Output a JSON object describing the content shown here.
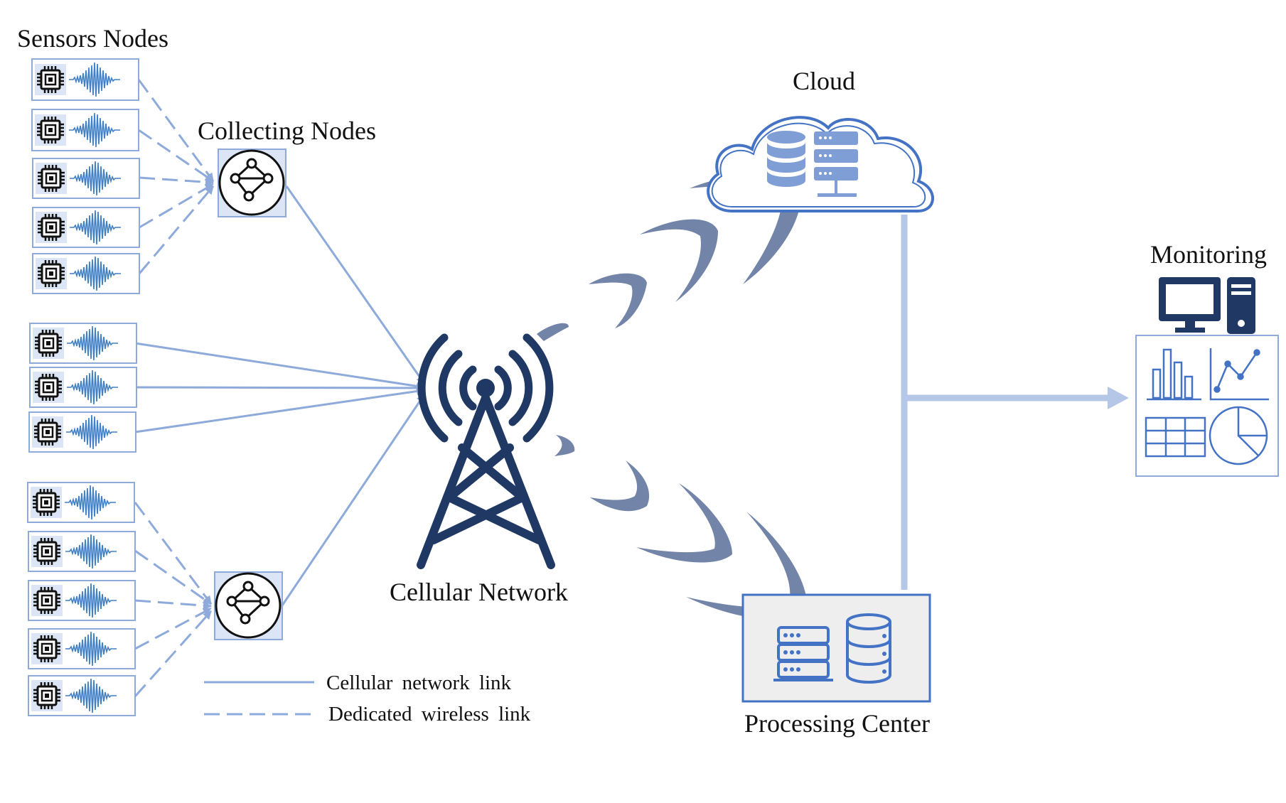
{
  "labels": {
    "sensors_nodes": "Sensors Nodes",
    "collecting_nodes": "Collecting Nodes",
    "cellular_network": "Cellular Network",
    "cloud": "Cloud",
    "monitoring": "Monitoring",
    "processing_center": "Processing Center"
  },
  "legend": {
    "cellular_link": "Cellular network link",
    "dedicated_link": "Dedicated wireless link"
  },
  "colors": {
    "link": "#8eaadb",
    "tower": "#1f3864",
    "cloud_outline": "#4472c4",
    "icon_fill": "#7f9ed6",
    "signal_arc": "#5a6f9a",
    "panel_fill": "#dbe5f5",
    "chip": "#1a1a1a",
    "waveform": "#3f7fc5"
  }
}
